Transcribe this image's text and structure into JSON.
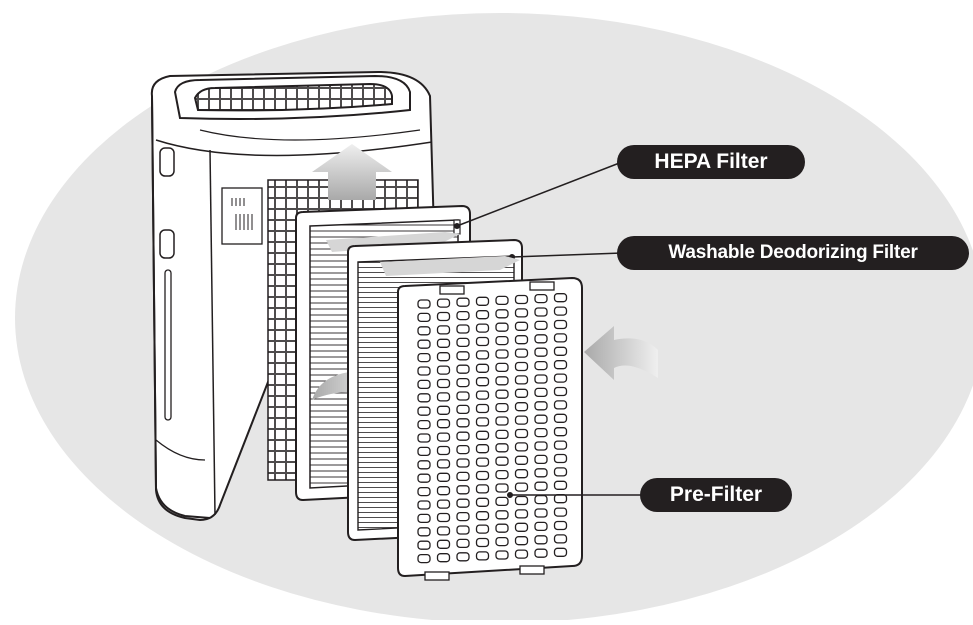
{
  "labels": {
    "hepa": "HEPA Filter",
    "deodorizing": "Washable Deodorizing Filter",
    "prefilter": "Pre-Filter"
  },
  "colors": {
    "background_circle": "#e6e6e6",
    "outline": "#231f20",
    "label_fill": "#231f20",
    "label_text": "#ffffff",
    "arrow_fill": "#d9d9d9",
    "arrow_shade": "#a8a8a8"
  }
}
